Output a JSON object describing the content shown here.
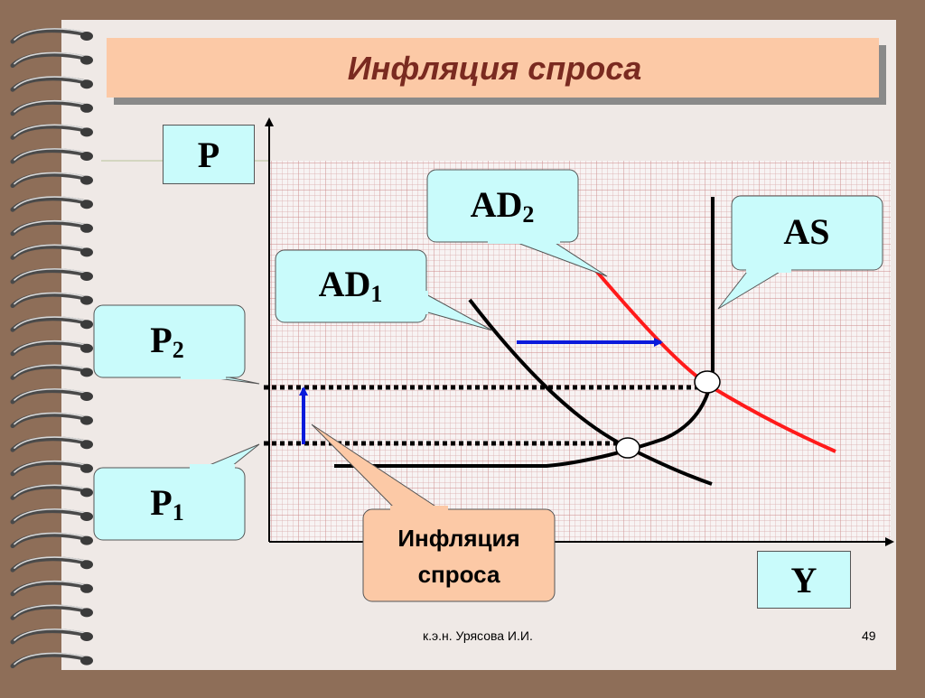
{
  "slide": {
    "title": "Инфляция спроса",
    "footer_author": "к.э.н. Урясова И.И.",
    "page_number": "49"
  },
  "axes": {
    "y_label": "P",
    "x_label": "Y"
  },
  "labels": {
    "ad1_main": "AD",
    "ad1_sub": "1",
    "ad2_main": "AD",
    "ad2_sub": "2",
    "as": "AS",
    "p2_main": "P",
    "p2_sub": "2",
    "p1_main": "P",
    "p1_sub": "1",
    "inflation_line1": "Инфляция",
    "inflation_line2": "спроса"
  },
  "colors": {
    "ad2_curve": "#ff1a1a",
    "arrows": "#0a1adb",
    "callout_fill": "#c9fbfb",
    "inflation_fill": "#fcc9a6",
    "title_fill": "#fcc9a6",
    "page_bg": "#efe9e6",
    "title_text": "#7a2a20"
  }
}
